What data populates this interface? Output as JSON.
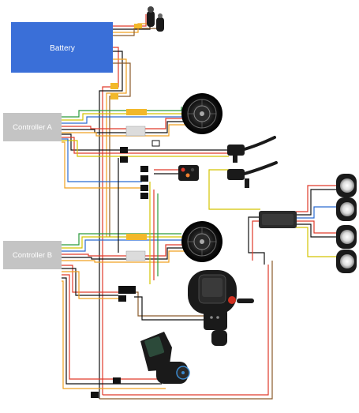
{
  "blocks": {
    "battery": {
      "label": "Battery",
      "color": "#3a6fd8",
      "text_color": "#ffffff"
    },
    "controller_a": {
      "label": "Controller A",
      "color": "#c4c4c4",
      "text_color": "#ffffff"
    },
    "controller_b": {
      "label": "Controller B",
      "color": "#c4c4c4",
      "text_color": "#ffffff"
    }
  },
  "components": [
    {
      "name": "ignition-key-icon"
    },
    {
      "name": "hub-motor-front-icon"
    },
    {
      "name": "hub-motor-rear-icon"
    },
    {
      "name": "brake-lever-left-icon"
    },
    {
      "name": "brake-lever-right-icon"
    },
    {
      "name": "button-switch-icon"
    },
    {
      "name": "light-controller-icon"
    },
    {
      "name": "headlight-icon"
    },
    {
      "name": "lcd-display-icon"
    },
    {
      "name": "throttle-icon"
    }
  ],
  "wire_colors": [
    "#e03a2a",
    "#f0a020",
    "#2a9a3a",
    "#d4c400",
    "#2a6ad0",
    "#8a5a2a",
    "#111111",
    "#7a4ad0"
  ],
  "connector_color": "#f2b82a"
}
